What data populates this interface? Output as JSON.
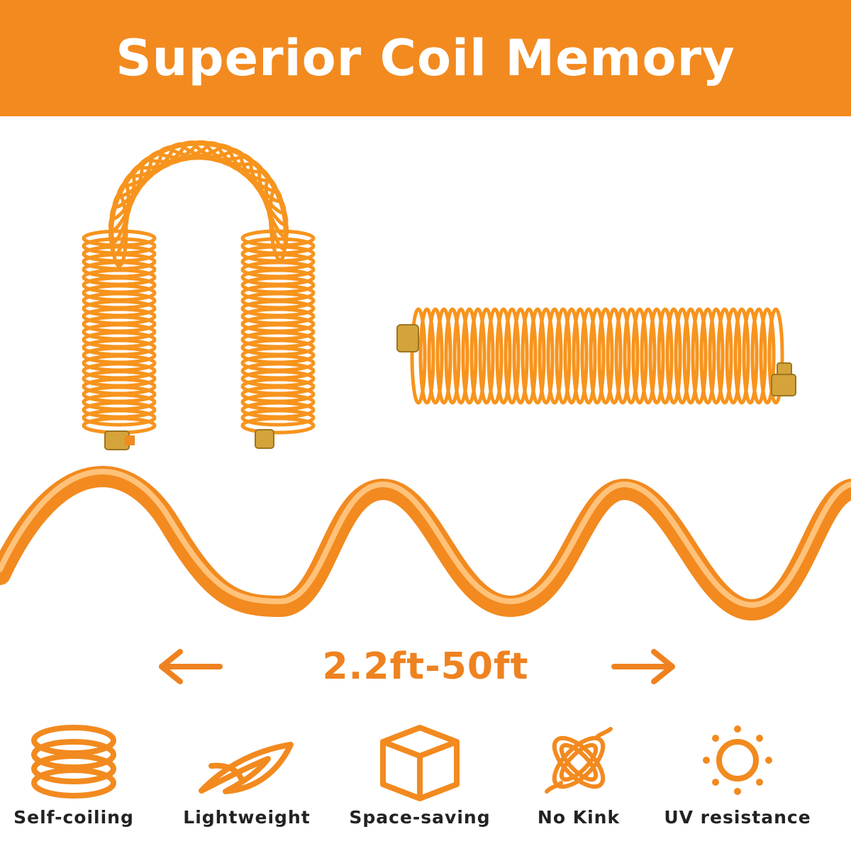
{
  "banner": {
    "title": "Superior Coil Memory"
  },
  "range": {
    "text": "2.2ft-50ft"
  },
  "features": [
    {
      "label": "Self-coiling",
      "icon": "coil-icon"
    },
    {
      "label": "Lightweight",
      "icon": "feather-icon"
    },
    {
      "label": "Space-saving",
      "icon": "box-icon"
    },
    {
      "label": "No Kink",
      "icon": "tangle-icon"
    },
    {
      "label": "UV resistance",
      "icon": "sun-icon"
    }
  ],
  "colors": {
    "accent": "#f28a1f",
    "hose": "#f7941d",
    "brass": "#d4a43a",
    "text": "#222222"
  }
}
